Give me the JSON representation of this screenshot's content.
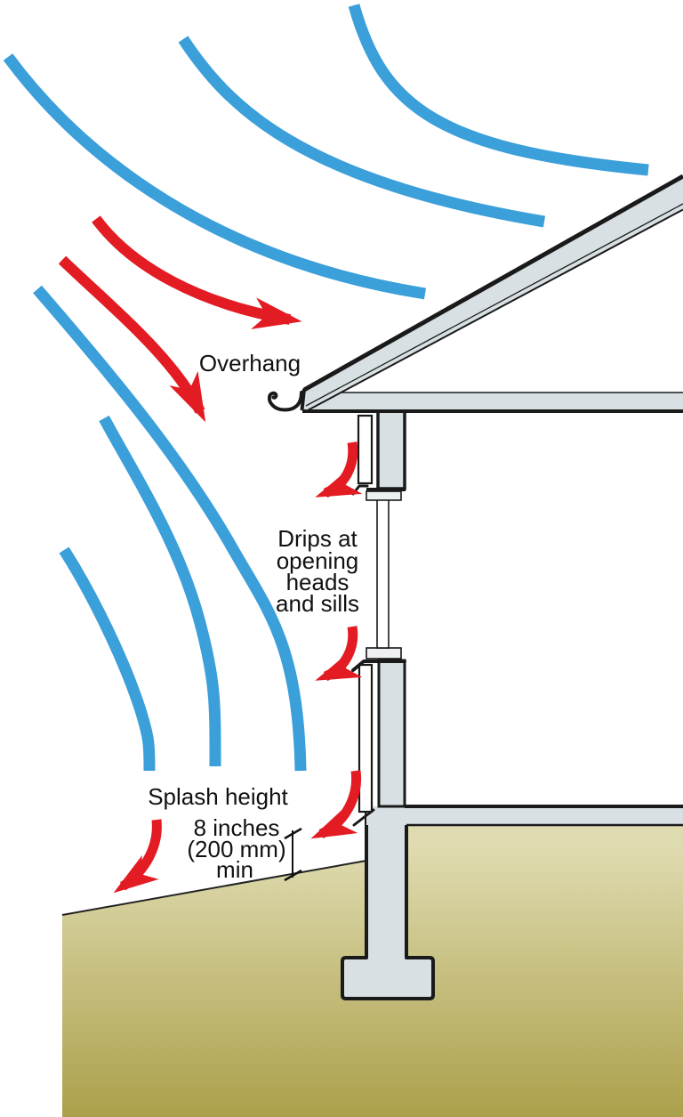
{
  "diagram": {
    "labels": {
      "overhang": "Overhang",
      "drips_lines": [
        "Drips at",
        "opening",
        "heads",
        "and sills"
      ],
      "splash_height": "Splash height",
      "dimension_lines": [
        "8 inches",
        "(200 mm)",
        "min"
      ]
    },
    "colors": {
      "rain_blue": "#3B9FDA",
      "arrow_red": "#E31B23",
      "structure_gray": "#D8E0E4",
      "trim_light": "#EDF1F2",
      "outline_black": "#1A1A1A",
      "ground_top": "#DFDBB0",
      "ground_bottom": "#ABA04B",
      "ground_line": "#222222"
    }
  }
}
